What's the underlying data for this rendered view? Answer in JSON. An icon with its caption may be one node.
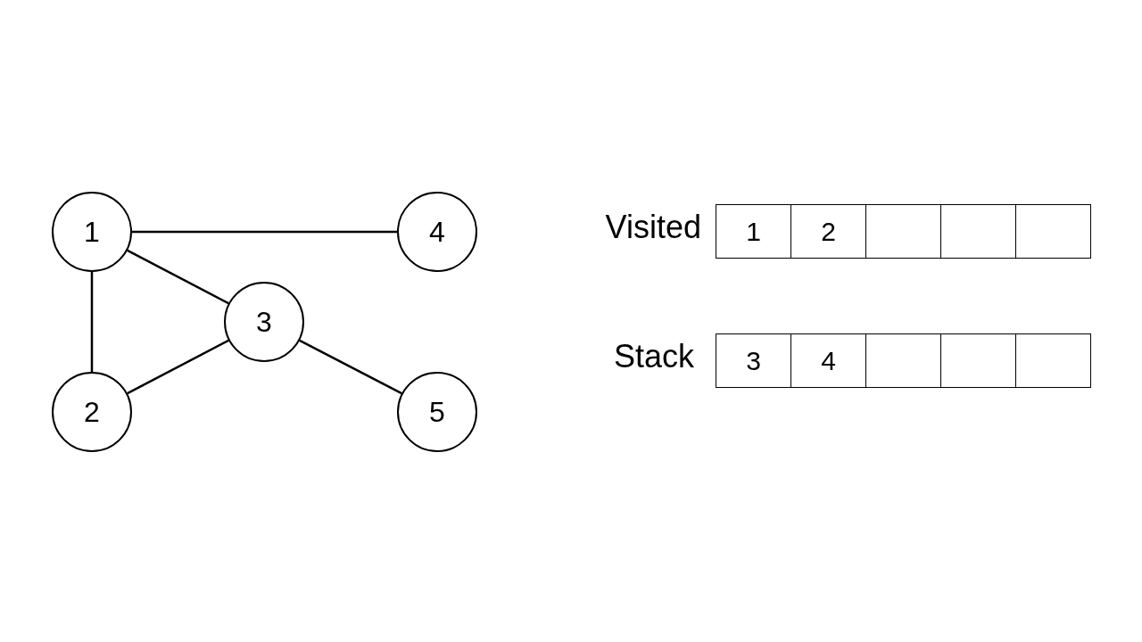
{
  "diagram": {
    "nodes": [
      {
        "text": [
          "1"
        ]
      },
      {
        "text": [
          "4"
        ]
      },
      {
        "text": [
          "3"
        ]
      },
      {
        "text": [
          "2"
        ]
      },
      {
        "text": [
          "5"
        ]
      }
    ],
    "edges": [
      {
        "from": 0,
        "to": 1,
        "arrow": "none"
      },
      {
        "from": 0,
        "to": 2,
        "arrow": "none"
      },
      {
        "from": 0,
        "to": 3,
        "arrow": "none"
      },
      {
        "from": 3,
        "to": 2,
        "arrow": "none"
      },
      {
        "from": 2,
        "to": 4,
        "arrow": "none"
      }
    ],
    "labels": [
      "Visited",
      "1",
      "2",
      "Stack",
      "3",
      "4"
    ]
  }
}
